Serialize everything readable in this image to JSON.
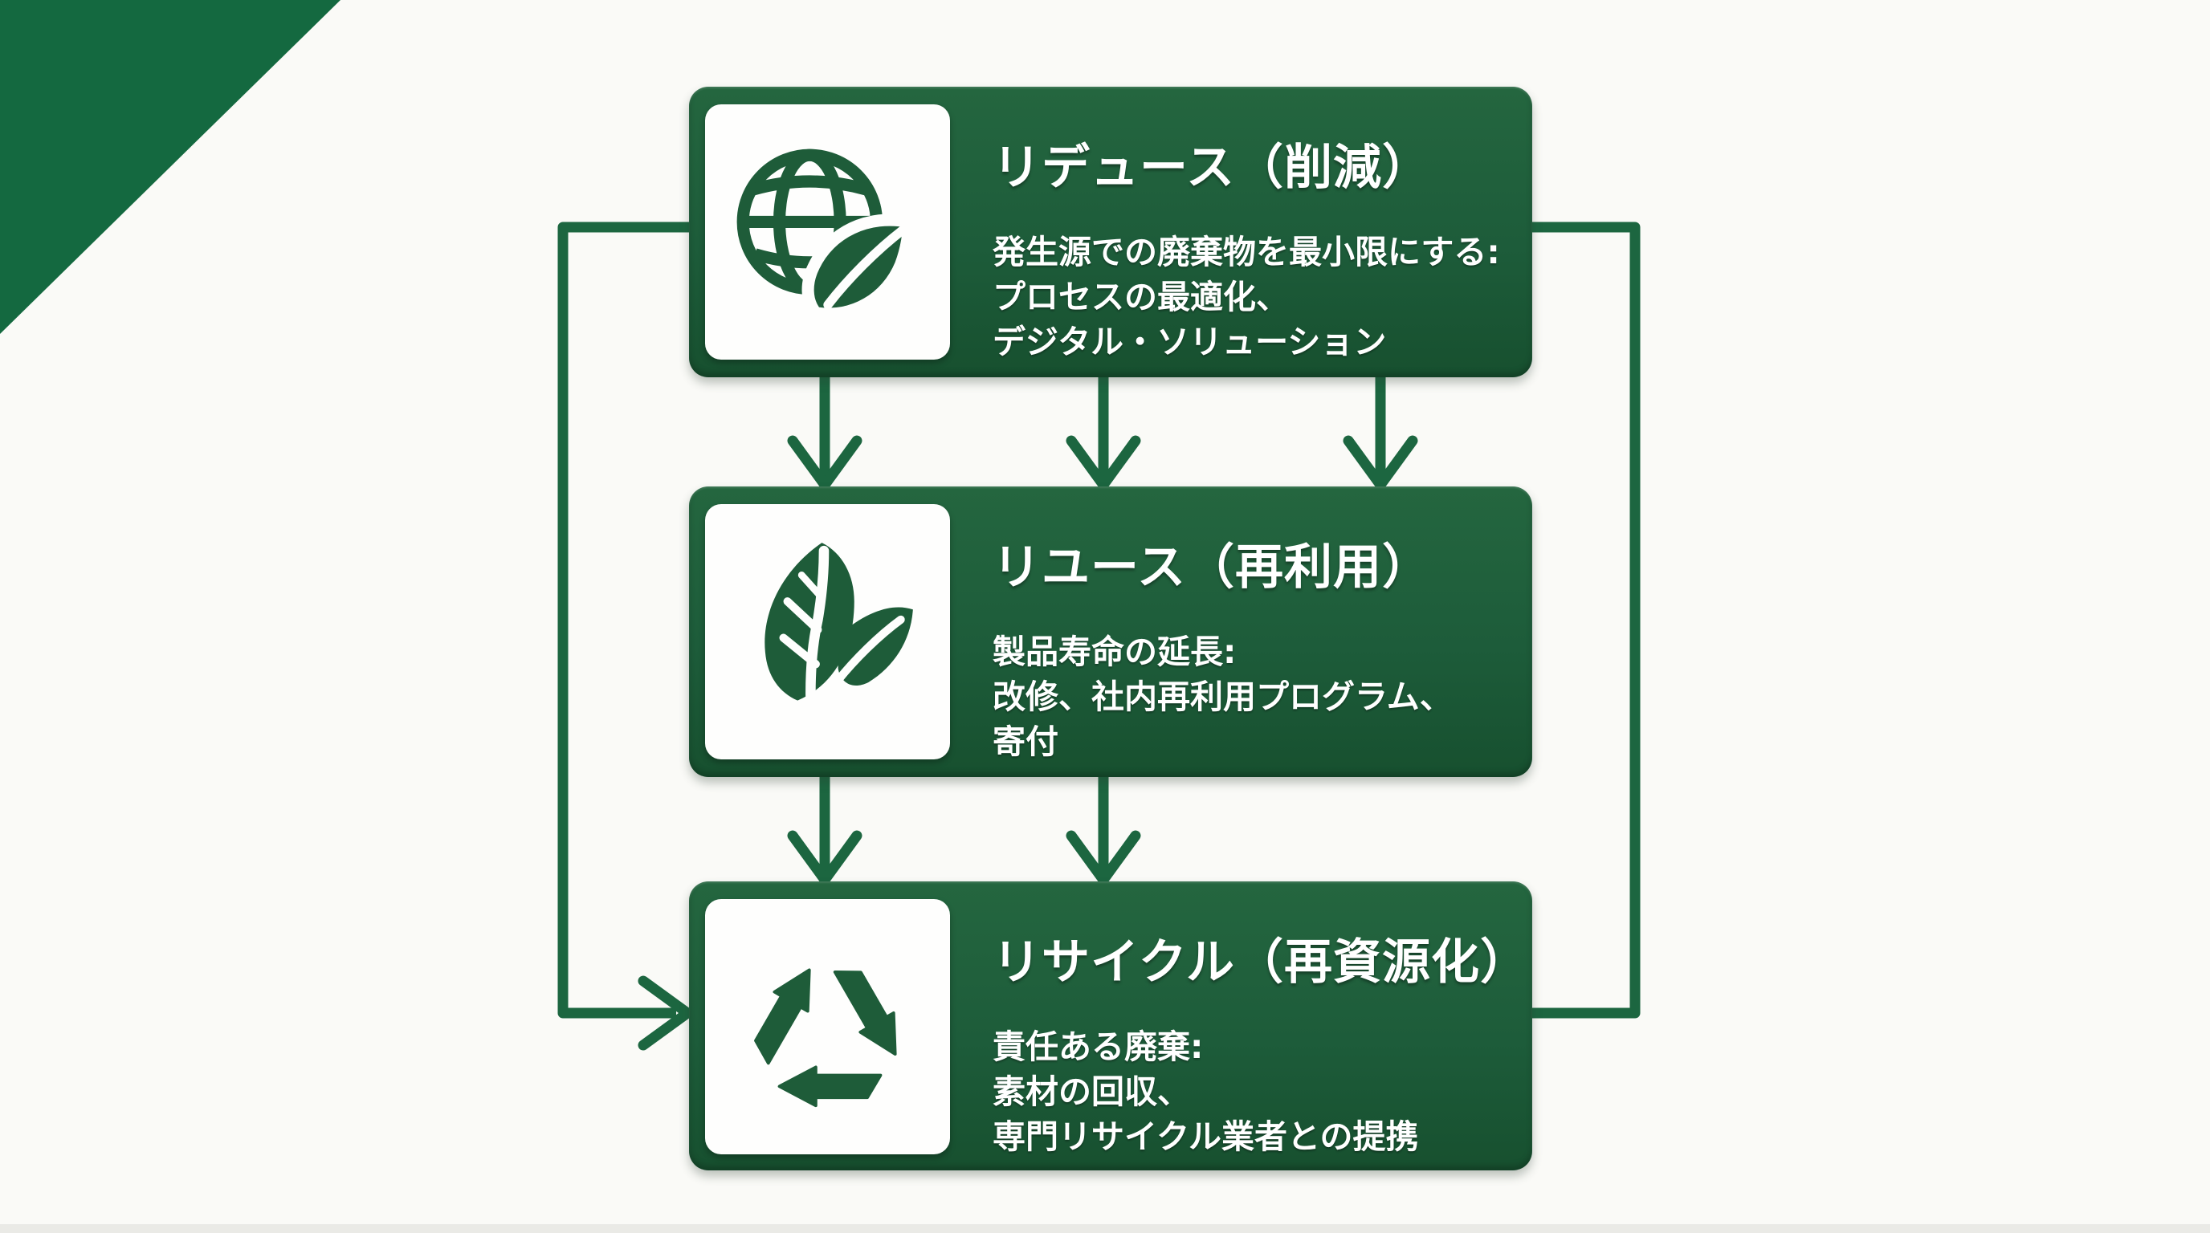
{
  "canvas": {
    "background": "#fafaf7",
    "box_green": "#1d5c3a",
    "line_green": "#1c6640",
    "triangle_green": "#146940",
    "text_color": "#ffffff",
    "footer_strip": "#eaeae6"
  },
  "boxes": [
    {
      "icon": "globe-leaf-icon",
      "title": "リデュース（削減）",
      "lines": [
        "発生源での廃棄物を最小限にする:",
        "プロセスの最適化、",
        "デジタル・ソリューション"
      ]
    },
    {
      "icon": "leaf-sprig-icon",
      "title": "リユース（再利用）",
      "lines": [
        "製品寿命の延長:",
        "改修、社内再利用プログラム、",
        "寄付"
      ]
    },
    {
      "icon": "recycle-icon",
      "title": "リサイクル（再資源化）",
      "lines": [
        "責任ある廃棄:",
        "素材の回収、",
        "専門リサイクル業者との提携"
      ]
    }
  ]
}
